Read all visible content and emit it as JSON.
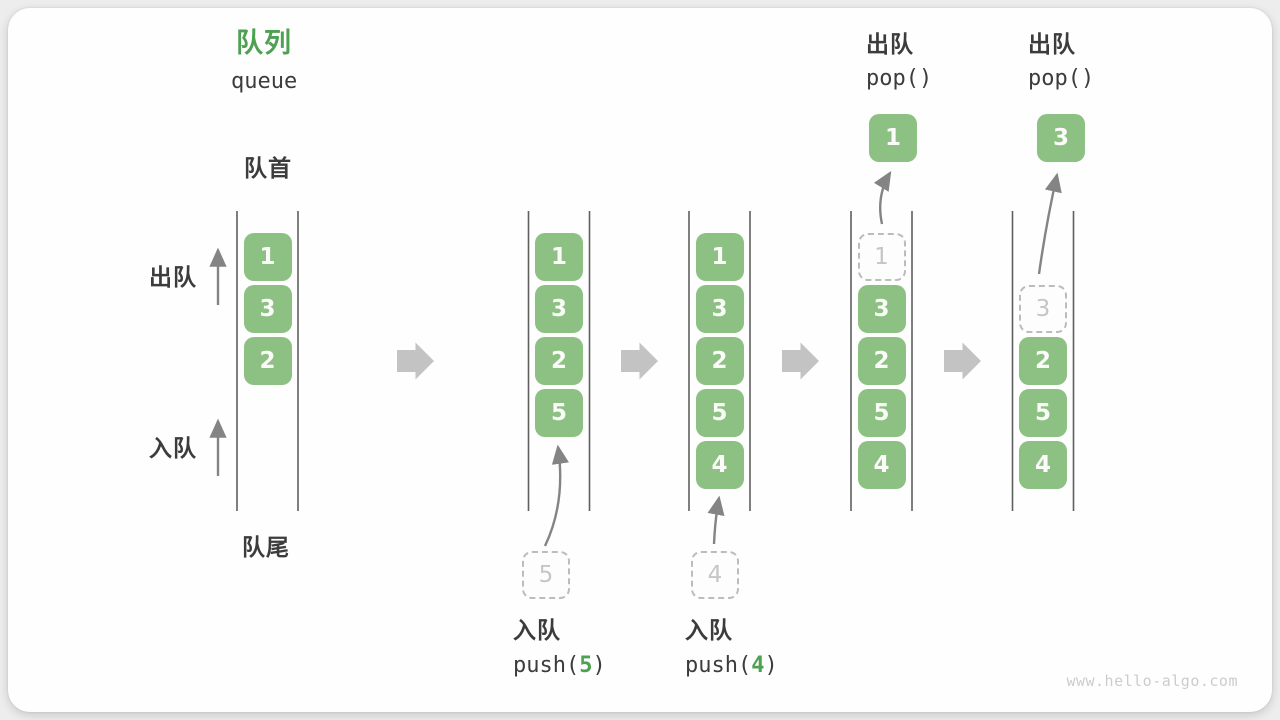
{
  "title": {
    "zh": "队列",
    "en": "queue"
  },
  "labels": {
    "front": "队首",
    "rear": "队尾",
    "dequeue": "出队",
    "enqueue": "入队"
  },
  "watermark": "www.hello-algo.com",
  "colors": {
    "green": "#8dc183",
    "accent": "#4ea052",
    "dark": "#3c3c3c",
    "wall": "#5f5f5f",
    "thin_arrow": "#848484",
    "flow_arrow": "#c3c3c3",
    "ghost_border": "#bcbcbc",
    "ghost_text": "#c6c6c6",
    "watermark": "#cccccc"
  },
  "states": [
    {
      "name": "initial",
      "boxes": [
        {
          "v": "1",
          "slot": 0
        },
        {
          "v": "3",
          "slot": 1
        },
        {
          "v": "2",
          "slot": 2
        }
      ]
    },
    {
      "name": "after-push-5",
      "boxes": [
        {
          "v": "1",
          "slot": 0
        },
        {
          "v": "3",
          "slot": 1
        },
        {
          "v": "2",
          "slot": 2
        },
        {
          "v": "5",
          "slot": 3
        }
      ],
      "pending": "5",
      "op": {
        "label": "入队",
        "code_open": "push(",
        "code_arg": "5",
        "code_close": ")"
      }
    },
    {
      "name": "after-push-4",
      "boxes": [
        {
          "v": "1",
          "slot": 0
        },
        {
          "v": "3",
          "slot": 1
        },
        {
          "v": "2",
          "slot": 2
        },
        {
          "v": "5",
          "slot": 3
        },
        {
          "v": "4",
          "slot": 4
        }
      ],
      "pending": "4",
      "op": {
        "label": "入队",
        "code_open": "push(",
        "code_arg": "4",
        "code_close": ")"
      }
    },
    {
      "name": "pop-1",
      "boxes": [
        {
          "v": "1",
          "slot": 0,
          "ghost": true
        },
        {
          "v": "3",
          "slot": 1
        },
        {
          "v": "2",
          "slot": 2
        },
        {
          "v": "5",
          "slot": 3
        },
        {
          "v": "4",
          "slot": 4
        }
      ],
      "popped": "1",
      "op": {
        "label": "出队",
        "code_open": "pop(",
        "code_arg": "",
        "code_close": ")"
      }
    },
    {
      "name": "pop-3",
      "boxes": [
        {
          "v": "3",
          "slot": 1,
          "ghost": true
        },
        {
          "v": "2",
          "slot": 2
        },
        {
          "v": "5",
          "slot": 3
        },
        {
          "v": "4",
          "slot": 4
        }
      ],
      "popped": "3",
      "op": {
        "label": "出队",
        "code_open": "pop(",
        "code_arg": "",
        "code_close": ")"
      }
    }
  ]
}
